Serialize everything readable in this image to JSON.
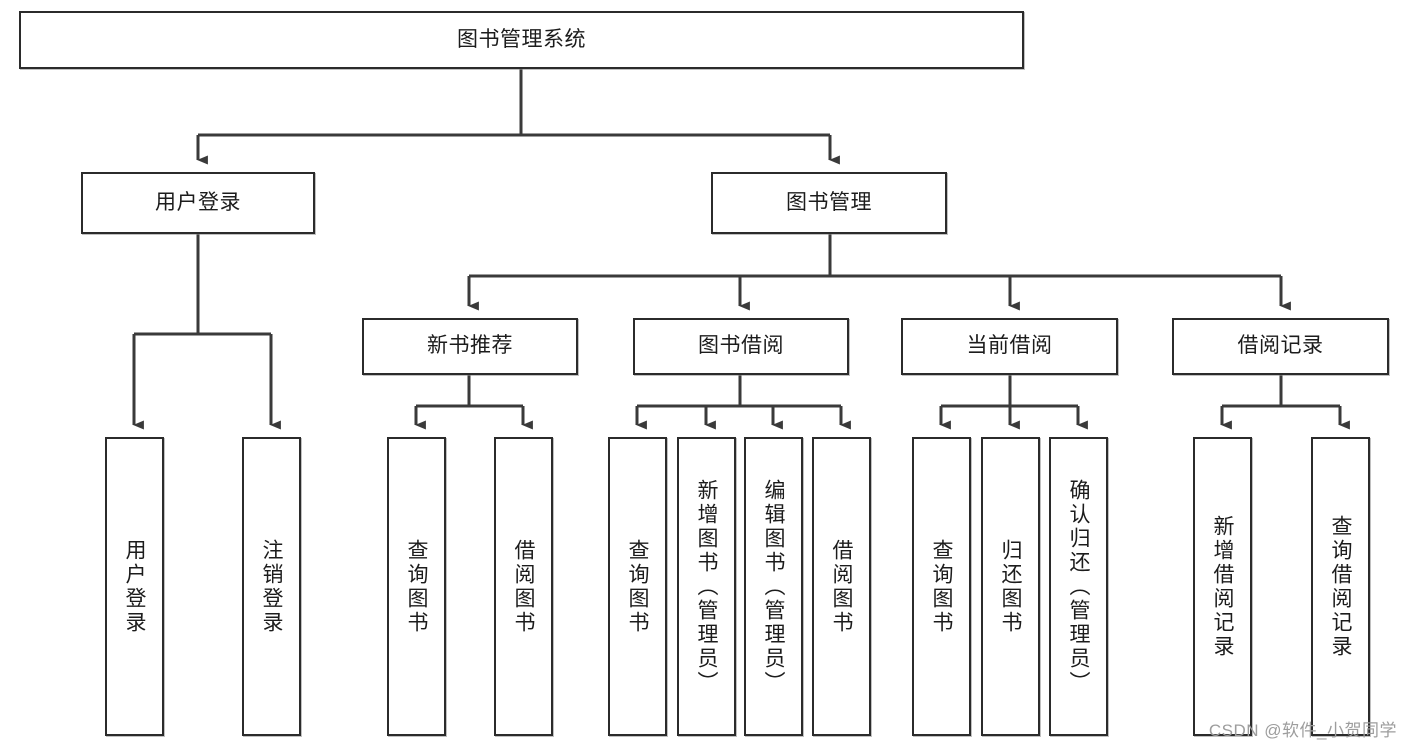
{
  "diagram": {
    "type": "tree-hierarchy",
    "title": "图书管理系统",
    "watermark": "CSDN @软件_小贺同学",
    "colors": {
      "box_border": "#2b2b2b",
      "box_fill": "#ffffff",
      "connector": "#3a3a3a",
      "watermark": "#9d9d9d",
      "background": "#ffffff"
    },
    "nodes": {
      "root": {
        "label": "图书管理系统",
        "level": 0,
        "orientation": "horizontal"
      },
      "l1": [
        {
          "label": "用户登录",
          "orientation": "horizontal"
        },
        {
          "label": "图书管理",
          "orientation": "horizontal"
        }
      ],
      "l2": [
        {
          "label": "新书推荐",
          "orientation": "horizontal"
        },
        {
          "label": "图书借阅",
          "orientation": "horizontal"
        },
        {
          "label": "当前借阅",
          "orientation": "horizontal"
        },
        {
          "label": "借阅记录",
          "orientation": "horizontal"
        }
      ],
      "leaves_user": [
        {
          "label": "用户登录",
          "orientation": "vertical"
        },
        {
          "label": "注销登录",
          "orientation": "vertical"
        }
      ],
      "leaves_newbook": [
        {
          "label": "查询图书",
          "orientation": "vertical"
        },
        {
          "label": "借阅图书",
          "orientation": "vertical"
        }
      ],
      "leaves_borrow": [
        {
          "label": "查询图书",
          "orientation": "vertical"
        },
        {
          "label": "新增图书（管理员）",
          "orientation": "vertical"
        },
        {
          "label": "编辑图书（管理员）",
          "orientation": "vertical"
        },
        {
          "label": "借阅图书",
          "orientation": "vertical"
        }
      ],
      "leaves_current": [
        {
          "label": "查询图书",
          "orientation": "vertical"
        },
        {
          "label": "归还图书",
          "orientation": "vertical"
        },
        {
          "label": "确认归还（管理员）",
          "orientation": "vertical"
        }
      ],
      "leaves_record": [
        {
          "label": "新增借阅记录",
          "orientation": "vertical"
        },
        {
          "label": "查询借阅记录",
          "orientation": "vertical"
        }
      ]
    }
  }
}
